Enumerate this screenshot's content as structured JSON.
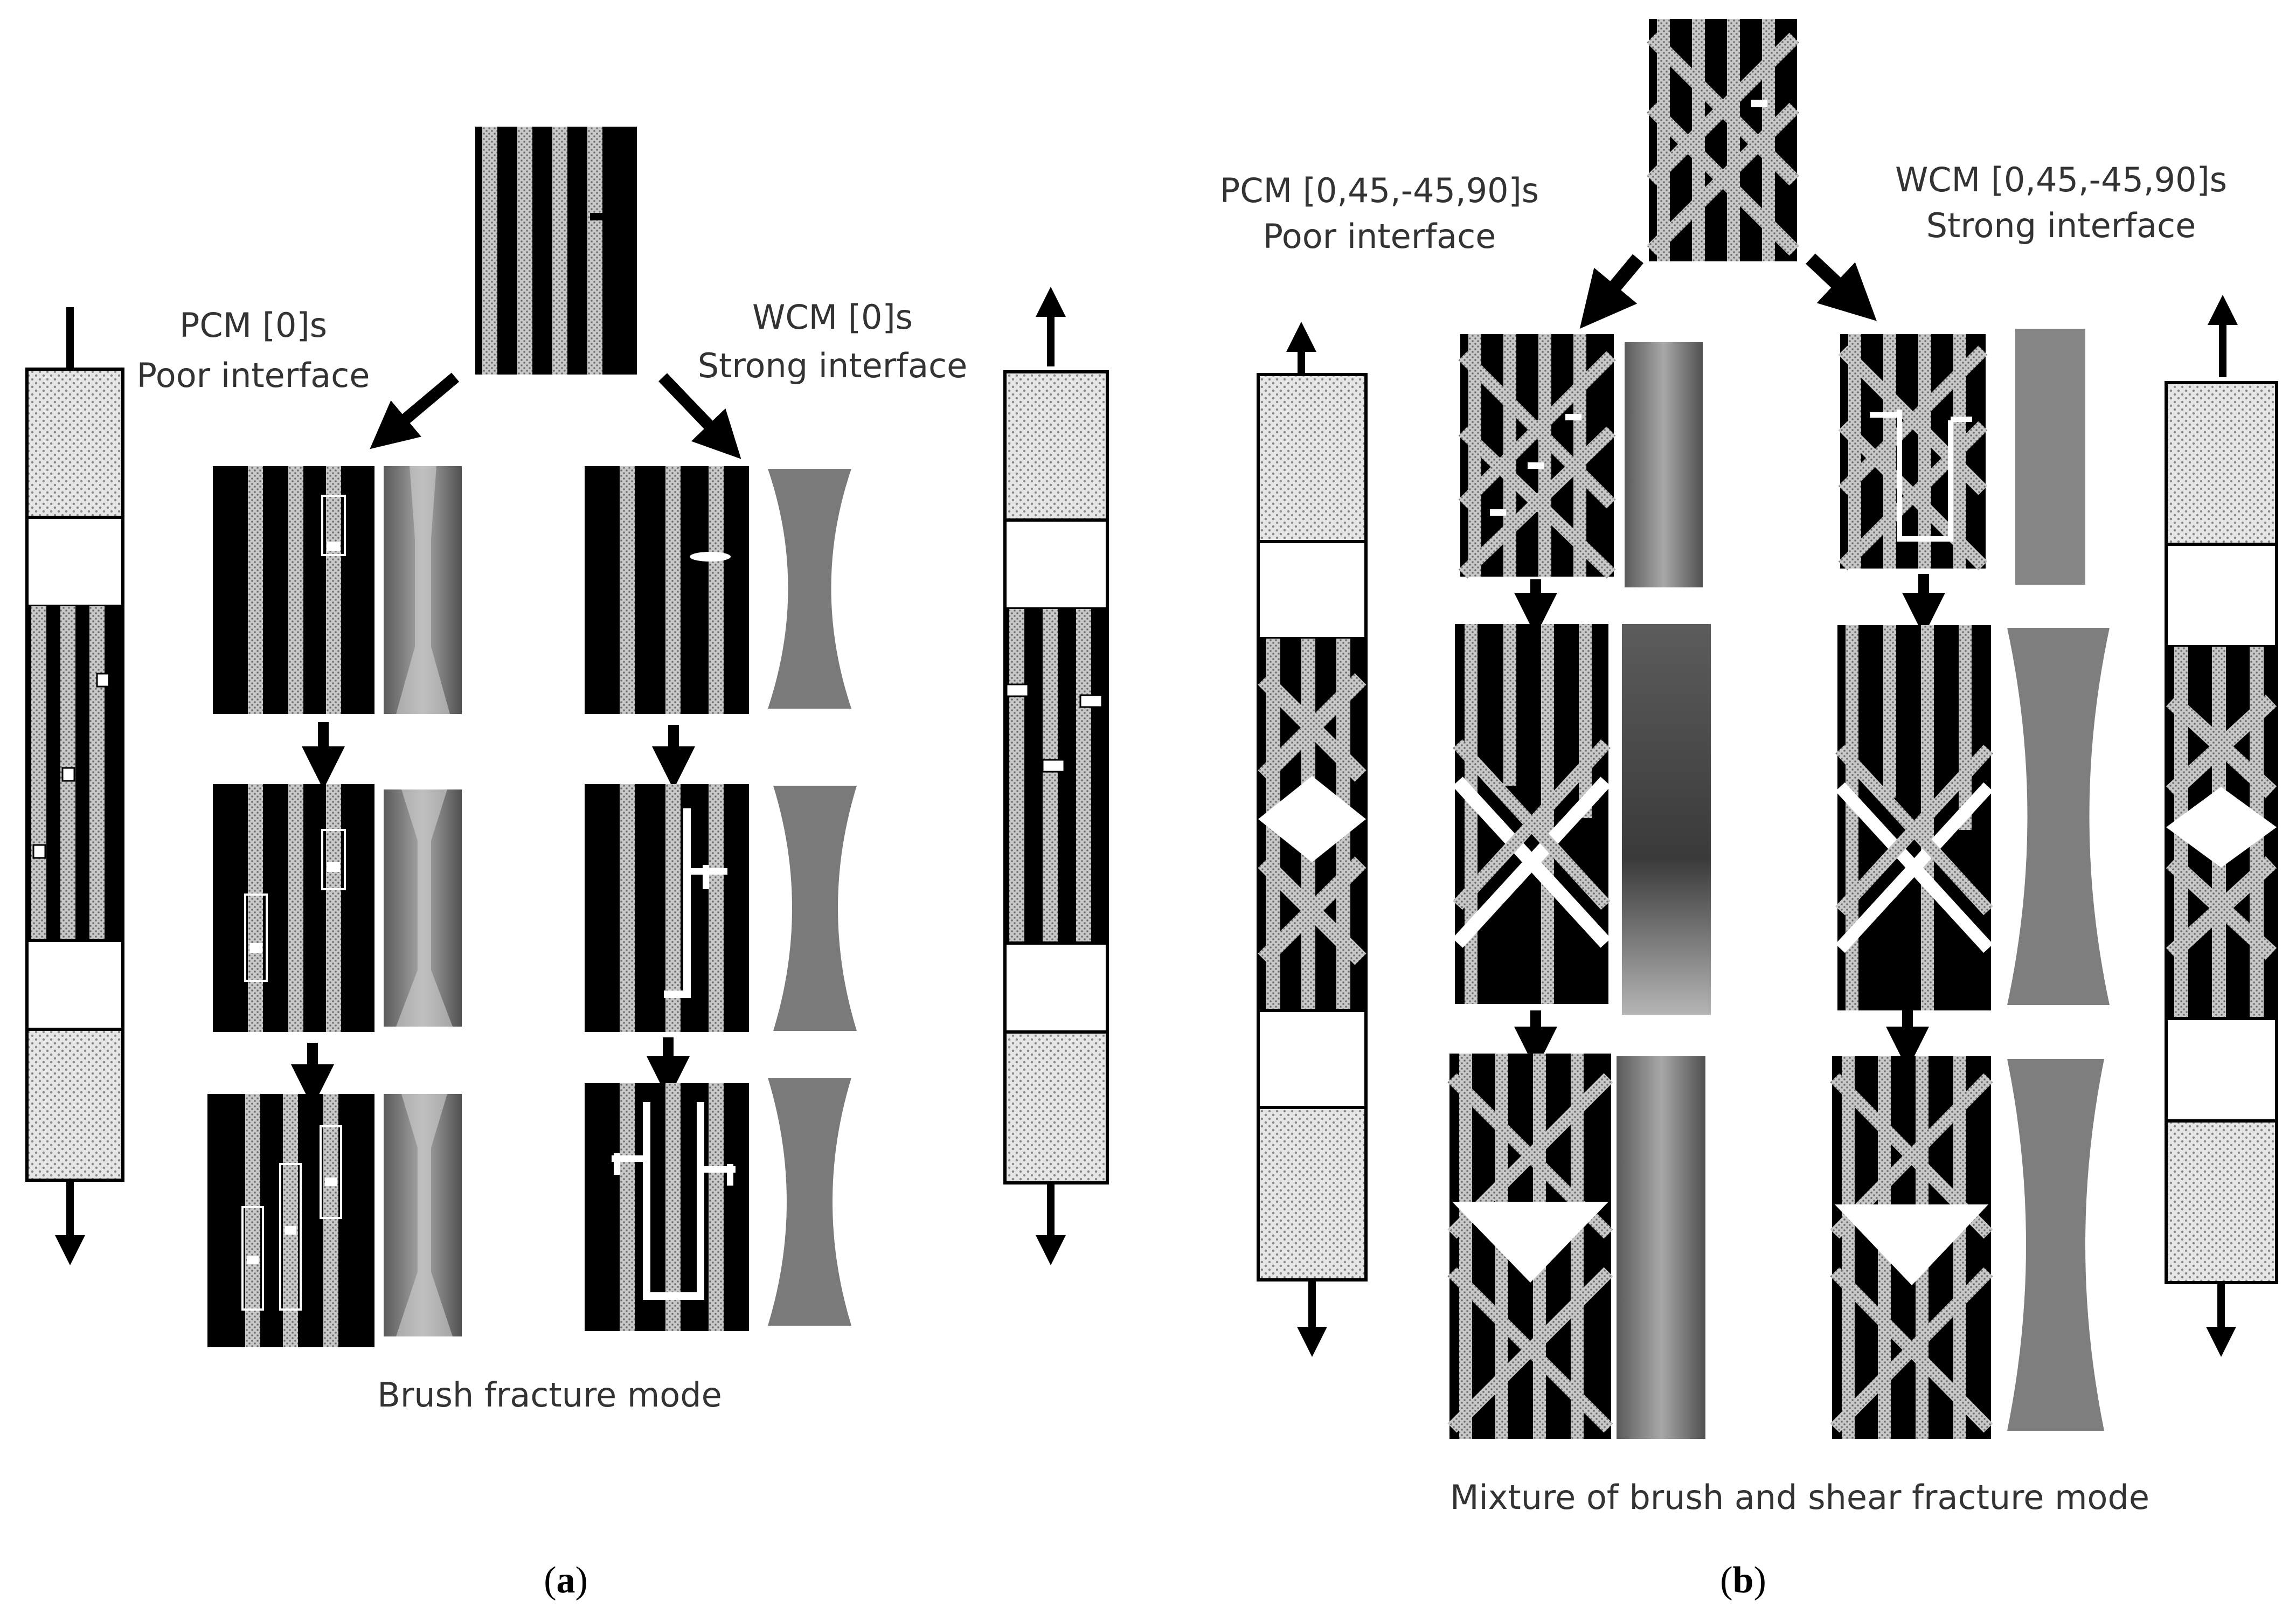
{
  "panel_a": {
    "left_label": {
      "line1": "PCM [0]s",
      "line2": "Poor interface"
    },
    "right_label": {
      "line1": "WCM [0]s",
      "line2": "Strong interface"
    },
    "mode": "Brush fracture mode",
    "caption_letter": "a"
  },
  "panel_b": {
    "left_label": {
      "line1": "PCM [0,45,-45,90]s",
      "line2": "Poor interface"
    },
    "right_label": {
      "line1": "WCM [0,45,-45,90]s",
      "line2": "Strong interface"
    },
    "mode": "Mixture of brush and shear fracture mode",
    "caption_letter": "b"
  },
  "colors": {
    "matrix": "#000000",
    "fiber": "#bdbdbd",
    "crack": "#ffffff",
    "photo_pcm": "#8e8e8e",
    "photo_wcm": "#7d7d7d"
  }
}
